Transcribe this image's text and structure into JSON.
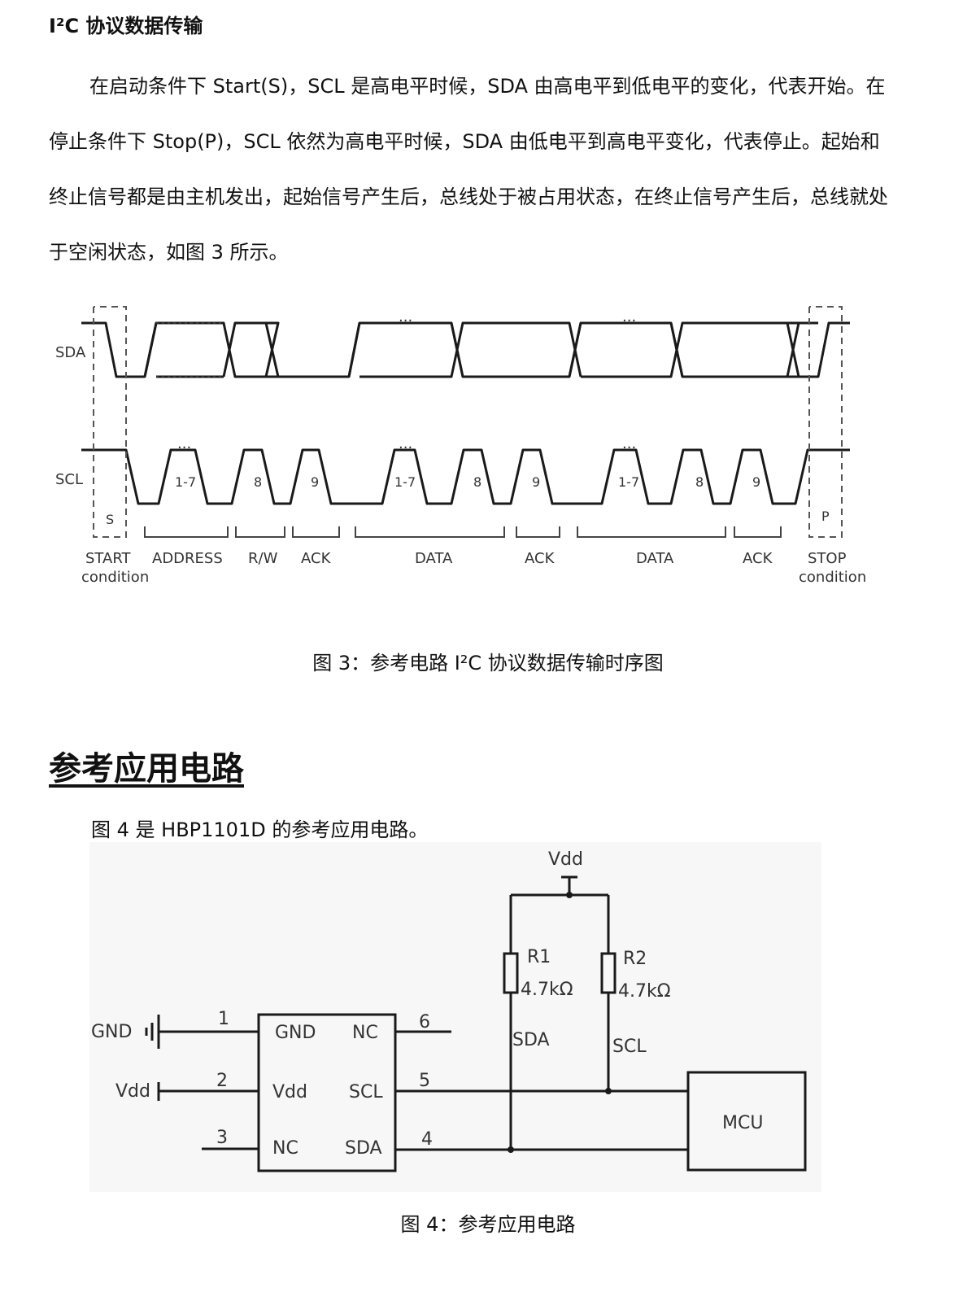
{
  "section_i2c": {
    "heading": "I²C  协议数据传输",
    "paragraph": "在启动条件下 Start(S)，SCL 是高电平时候，SDA 由高电平到低电平的变化，代表开始。在停止条件下 Stop(P)，SCL 依然为高电平时候，SDA 由低电平到高电平变化，代表停止。起始和终止信号都是由主机发出，起始信号产生后，总线处于被占用状态，在终止信号产生后，总线就处于空闲状态，如图 3 所示。",
    "figure3": {
      "sda_label": "SDA",
      "scl_label": "SCL",
      "start_marker": "S",
      "stop_marker": "P",
      "clock_labels": [
        "1-7",
        "8",
        "9",
        "1-7",
        "8",
        "9",
        "1-7",
        "8",
        "9"
      ],
      "dots": "...",
      "segments": [
        "ADDRESS",
        "R/W",
        "ACK",
        "DATA",
        "ACK",
        "DATA",
        "ACK"
      ],
      "start_line1": "START",
      "start_line2": "condition",
      "stop_line1": "STOP",
      "stop_line2": "condition",
      "caption": "图 3：参考电路 I²C  协议数据传输时序图"
    }
  },
  "section_app": {
    "heading": "参考应用电路",
    "paragraph": "图 4 是 HBP1101D 的参考应用电路。",
    "figure4": {
      "vdd_top": "Vdd",
      "r1_name": "R1",
      "r1_value": "4.7kΩ",
      "r2_name": "R2",
      "r2_value": "4.7kΩ",
      "net_sda": "SDA",
      "net_scl": "SCL",
      "gnd_label": "GND",
      "vdd_left": "Vdd",
      "pins": [
        "1",
        "2",
        "3",
        "6",
        "5",
        "4"
      ],
      "chip_pins_left": [
        "GND",
        "Vdd",
        "NC"
      ],
      "chip_pins_right": [
        "NC",
        "SCL",
        "SDA"
      ],
      "mcu_label": "MCU",
      "caption": "图 4：参考应用电路"
    }
  }
}
